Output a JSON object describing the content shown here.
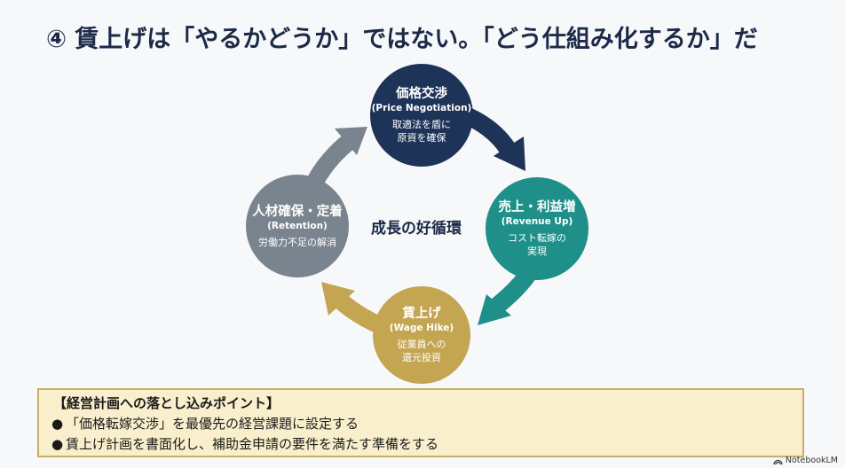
{
  "title": "④ 賃上げは「やるかどうか」ではない。「どう仕組み化するか」だ",
  "cycle": {
    "center_label": "成長の好循環",
    "nodes": [
      {
        "id": "price",
        "name": "価格交渉",
        "en": "(Price Negotiation)",
        "desc": "取適法を盾に\n原資を確保",
        "color": "#1e3358"
      },
      {
        "id": "revenue",
        "name": "売上・利益増",
        "en": "(Revenue Up)",
        "desc": "コスト転嫁の\n実現",
        "color": "#1f8f8a"
      },
      {
        "id": "wage",
        "name": "賃上げ",
        "en": "(Wage Hike)",
        "desc": "従業員への\n還元投資",
        "color": "#c4a551"
      },
      {
        "id": "retention",
        "name": "人材確保・定着",
        "en": "(Retention)",
        "desc": "労働力不足の解消",
        "color": "#7a848e"
      }
    ]
  },
  "points_box": {
    "heading": "【経営計画への落とし込みポイント】",
    "bullet_glyph": "●",
    "items": [
      "「価格転嫁交渉」を最優先の経営課題に設定する",
      "賃上げ計画を書面化し、補助金申請の要件を満たす準備をする"
    ]
  },
  "brand": {
    "icon": "notebooklm-logo-icon",
    "label": "NotebookLM"
  }
}
